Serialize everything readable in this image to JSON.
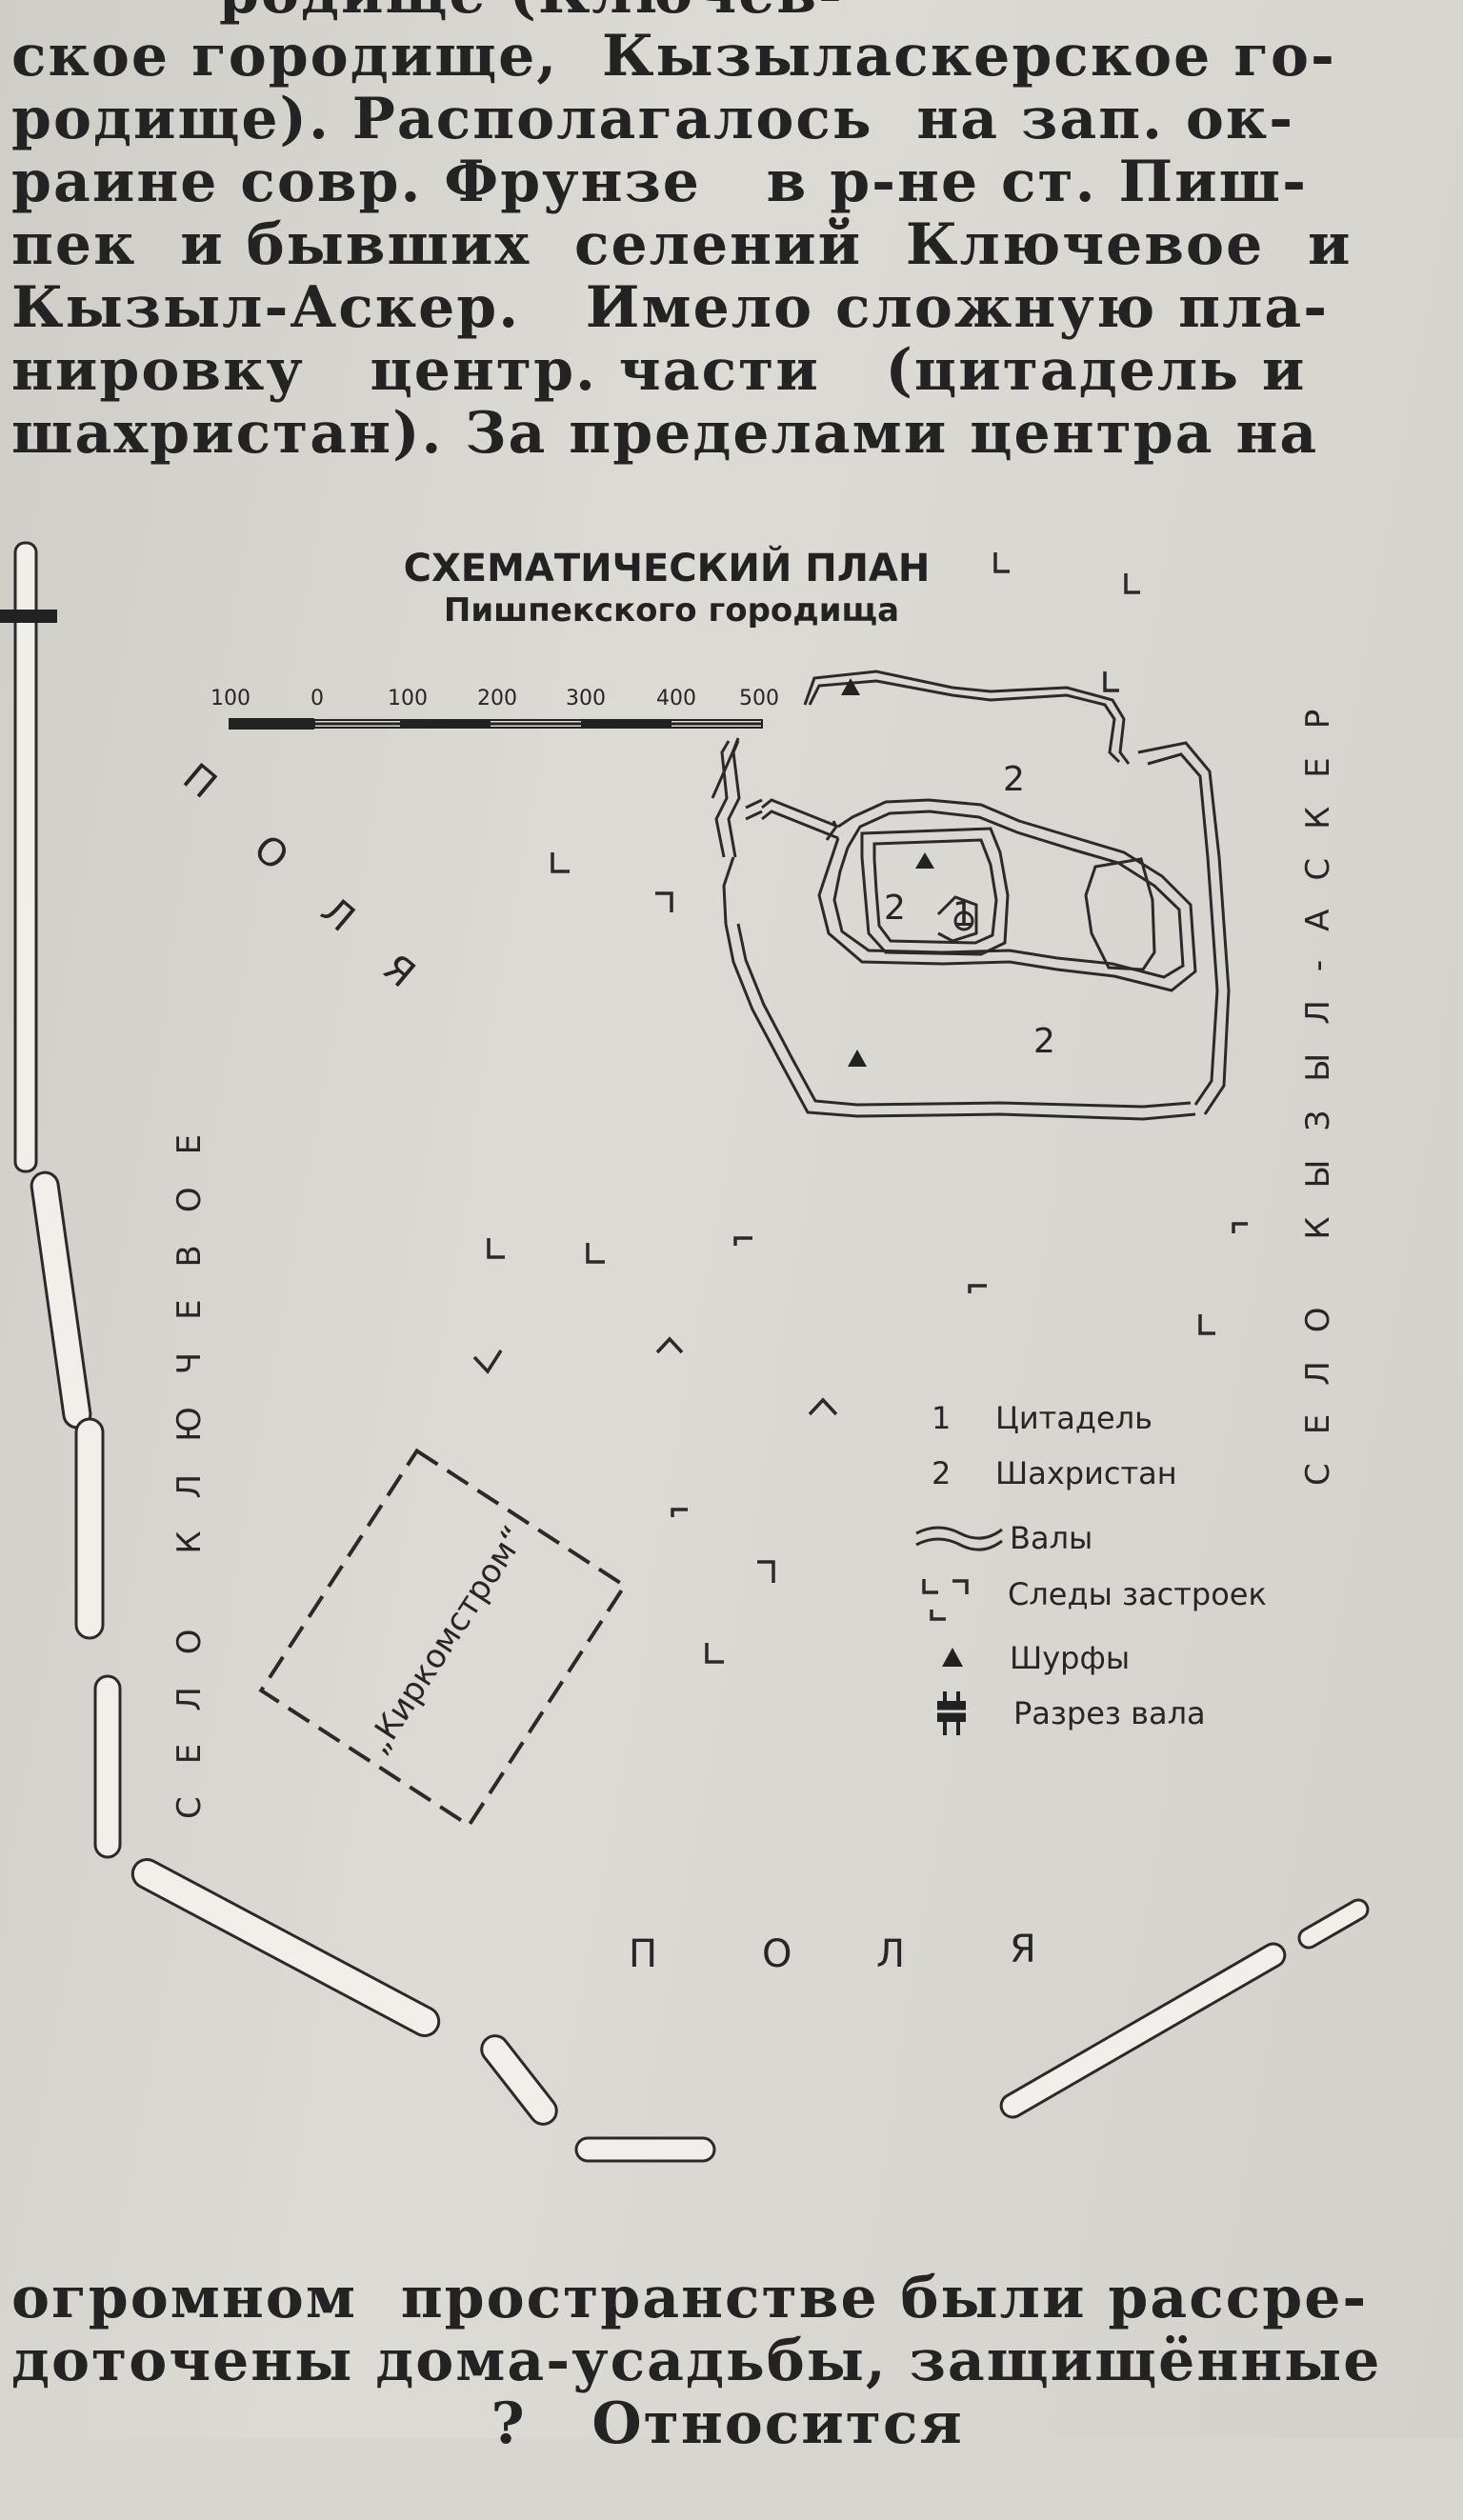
{
  "top_text": [
    "родище (Ключев-",
    "ское городище,  Кызыласкерское го-",
    "родище). Располагалось  на зап. ок-",
    "раине совр. Фрунзе   в р-не ст. Пиш-",
    "пек  и бывших  селений  Ключевое  и",
    "Кызыл-Аскер.   Имело сложную пла-",
    "нировку   центр. части   (цитадель и",
    "шахристан). За пределами центра на"
  ],
  "bottom_text": [
    "огромном  пространстве были рассре-",
    "доточены дома-усадьбы, защищённые",
    "                      ?   Относится"
  ],
  "map": {
    "title": "СХЕМАТИЧЕСКИЙ ПЛАН",
    "subtitle": "Пишпекского городища",
    "scale_labels": [
      "100",
      "0",
      "100",
      "200",
      "300",
      "400",
      "500"
    ],
    "village_left": "СЕЛО  КЛЮЧЕВОЕ",
    "village_right": "СЕЛО  КЫЗЫЛ-АСКЕР",
    "fields_top_left": [
      "П",
      "О",
      "Л",
      "Я"
    ],
    "fields_bottom": [
      "П",
      "О",
      "Л",
      "Я"
    ],
    "kirkomstrom": "„Киркомстром“",
    "zone_labels": {
      "citadel": "1",
      "shahristan_a": "2",
      "shahristan_b": "2",
      "shahristan_c": "2"
    },
    "legend": [
      {
        "key": "1",
        "label": "Цитадель"
      },
      {
        "key": "2",
        "label": "Шахристан"
      },
      {
        "key": "walls-symbol",
        "label": "Валы"
      },
      {
        "key": "building-traces-symbol",
        "label": "Следы застроек"
      },
      {
        "key": "pit-symbol",
        "label": "Шурфы"
      },
      {
        "key": "wall-cut-symbol",
        "label": "Разрез вала"
      }
    ]
  }
}
